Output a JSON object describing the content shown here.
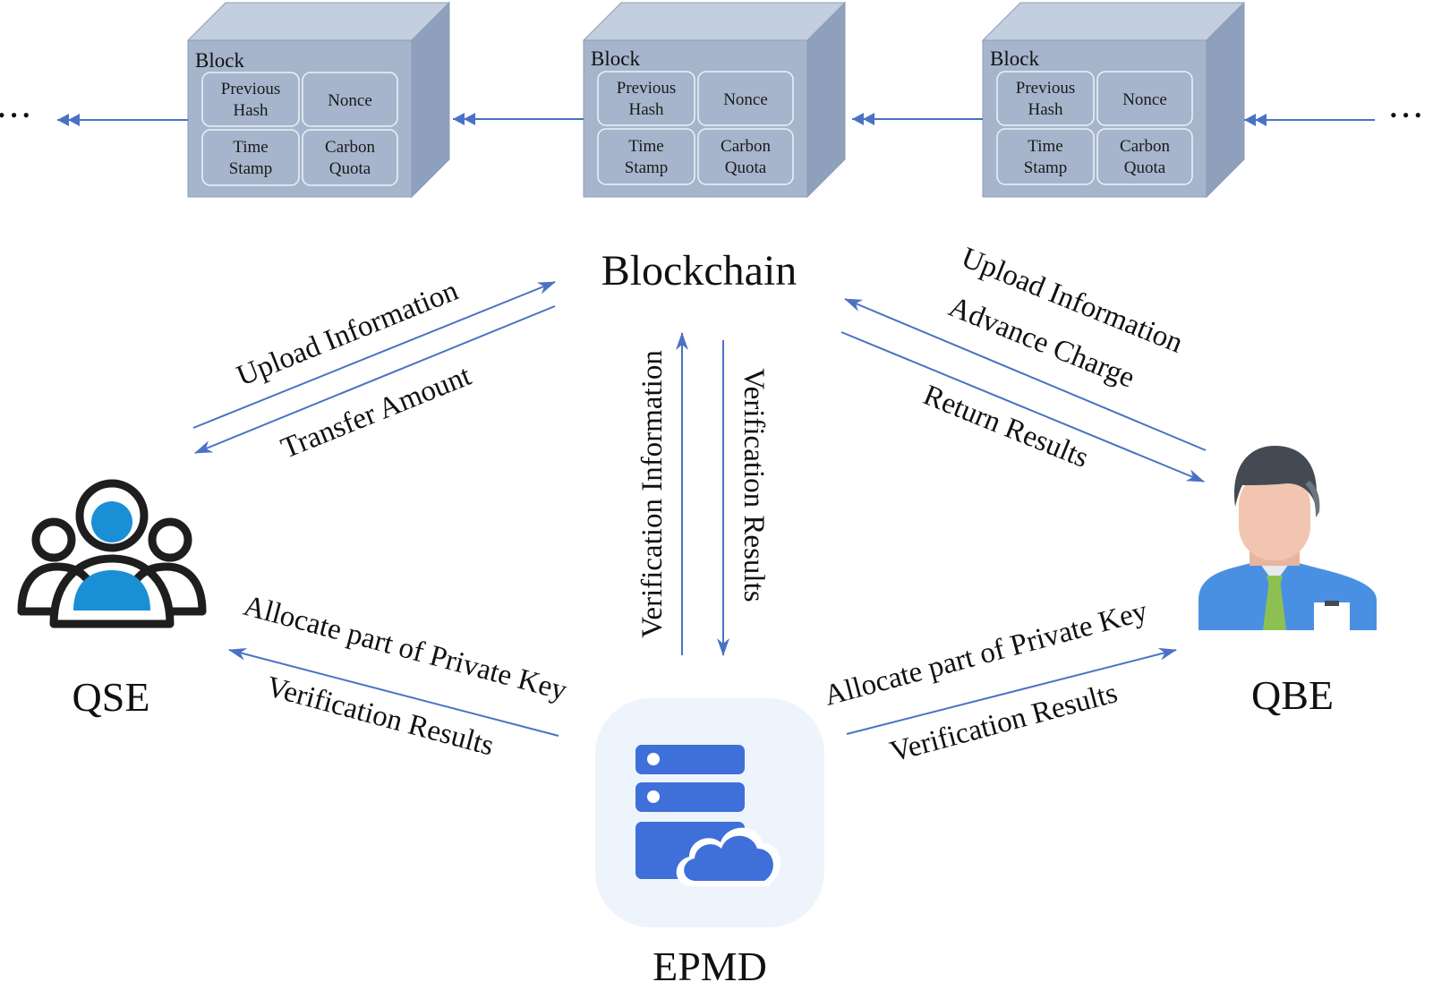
{
  "colors": {
    "arrow": "#4a72c4",
    "block_front": "#a6b5cc",
    "block_top": "#c3cede",
    "block_side": "#8ea0bb",
    "cell_stroke": "#e8eef6",
    "qse_blue": "#1a8fd6",
    "epmd_blue": "#3f6fd8",
    "epmd_bg": "#eef4fb",
    "qbe_shirt": "#4a90e2",
    "qbe_tie": "#8cc152",
    "qbe_hair": "#434a54",
    "qbe_skin": "#f2c5b0"
  },
  "blocks": [
    {
      "title": "Block",
      "cells": [
        "Previous Hash",
        "Nonce",
        "Time Stamp",
        "Carbon Quota"
      ]
    },
    {
      "title": "Block",
      "cells": [
        "Previous Hash",
        "Nonce",
        "Time Stamp",
        "Carbon Quota"
      ]
    },
    {
      "title": "Block",
      "cells": [
        "Previous Hash",
        "Nonce",
        "Time Stamp",
        "Carbon Quota"
      ]
    }
  ],
  "ellipsis": "•••",
  "nodes": {
    "blockchain": "Blockchain",
    "qse": "QSE",
    "qbe": "QBE",
    "epmd": "EPMD"
  },
  "icons": {
    "qse": "group-users-icon",
    "qbe": "businessman-icon",
    "epmd": "server-cloud-icon"
  },
  "edges": {
    "qse_upload": "Upload Information",
    "qse_transfer": "Transfer Amount",
    "qbe_upload": "Upload Information",
    "qbe_charge": "Advance Charge",
    "qbe_return": "Return Results",
    "verif_info": "Verification Information",
    "verif_results": "Verification Results",
    "qse_allocate": "Allocate part of Private Key",
    "qse_verif": "Verification Results",
    "qbe_allocate": "Allocate part of Private Key",
    "qbe_verif": "Verification Results"
  }
}
